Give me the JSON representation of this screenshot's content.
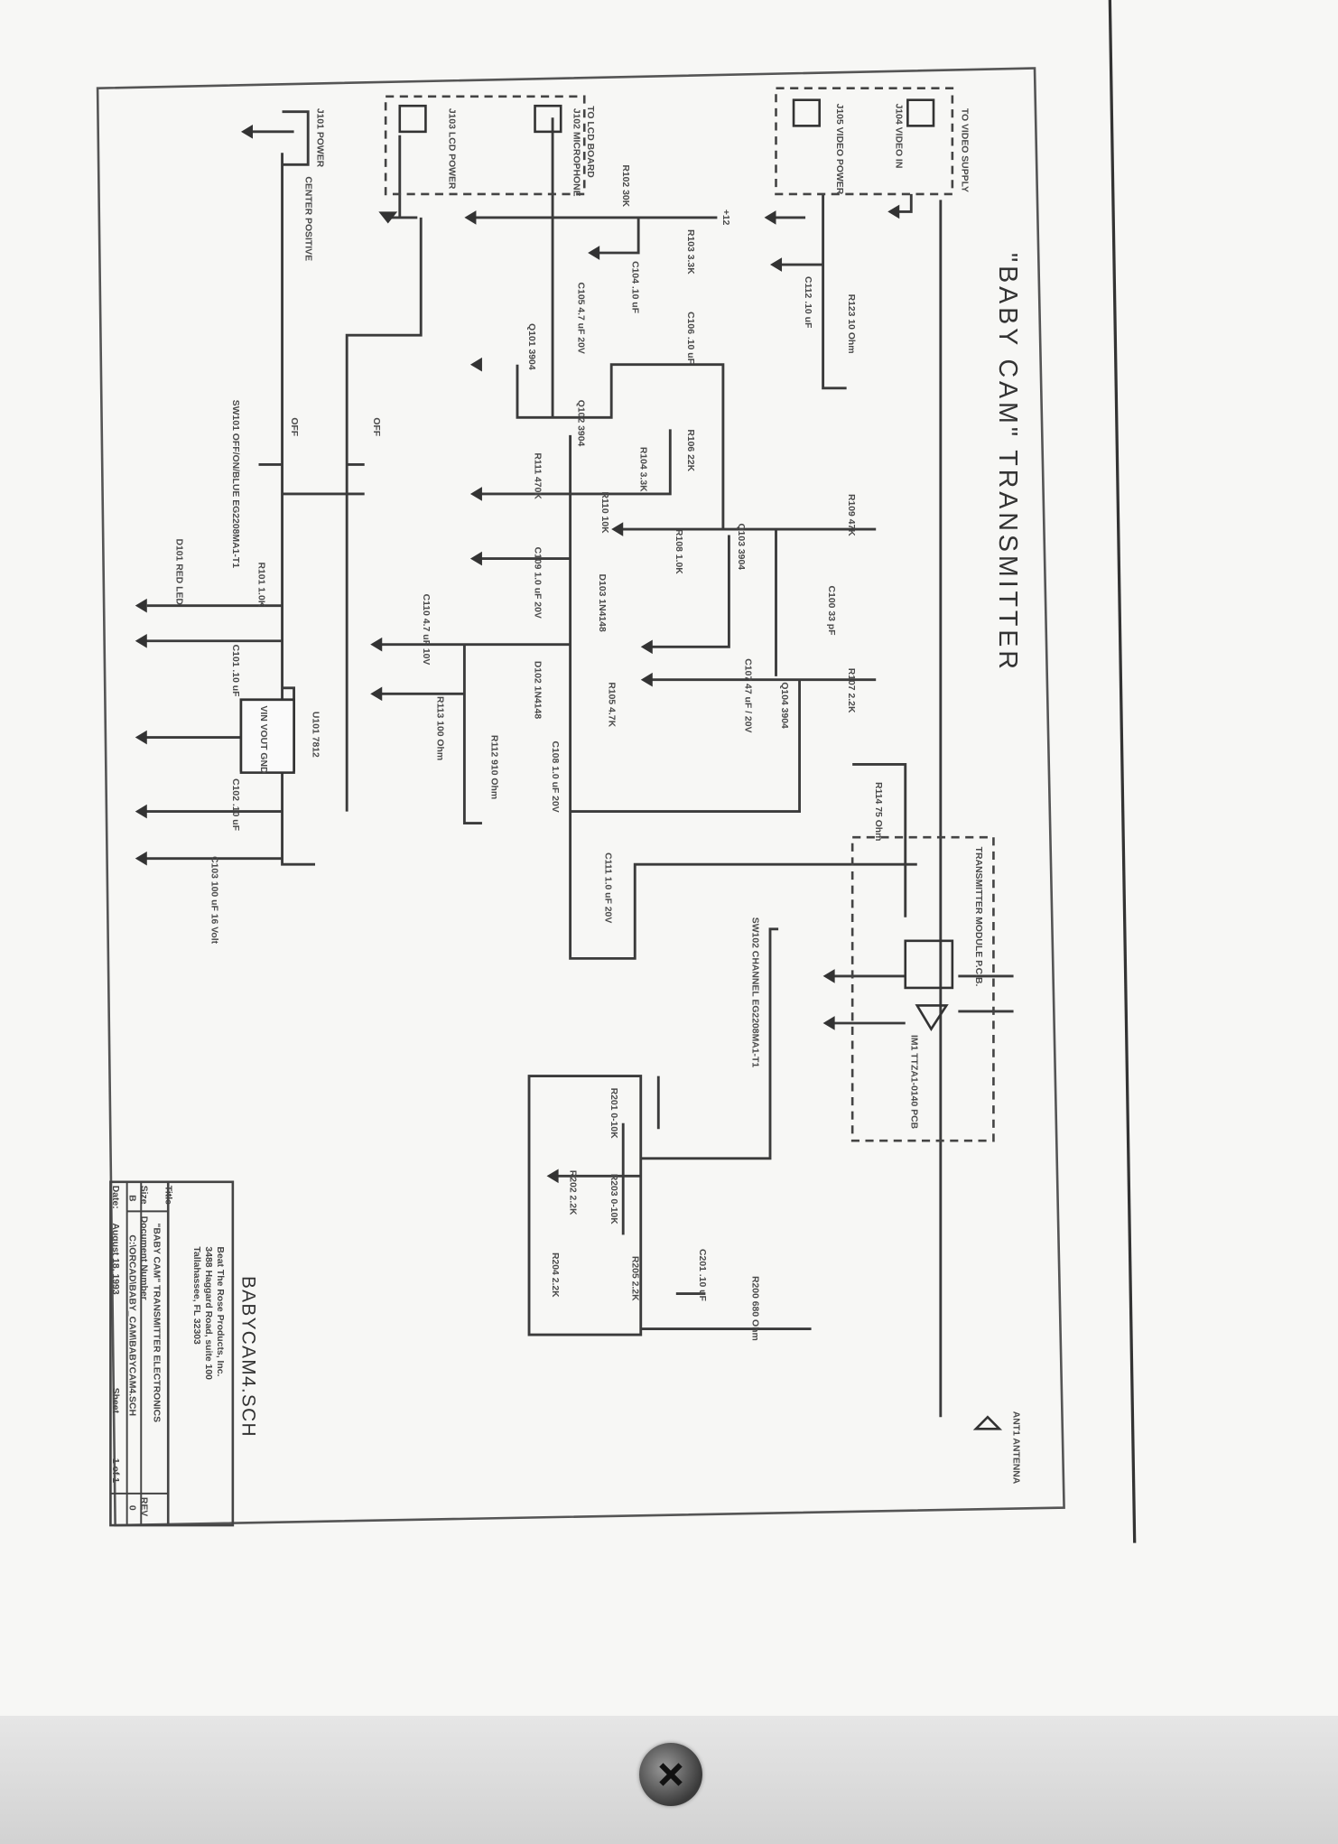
{
  "document": {
    "title": "\"BABY CAM\" TRANSMITTER",
    "filename": "BABYCAM4.SCH"
  },
  "title_block": {
    "company_line1": "Beat The Rose Products, Inc.",
    "company_line2": "3488 Haggard Road, suite 100",
    "company_line3": "Tallahassee, FL 32303",
    "title_label": "Title",
    "title_value": "\"BABY CAM\" TRANSMITTER ELECTRONICS",
    "size_label": "Size",
    "size_value": "B",
    "document_number_label": "Document Number",
    "document_number_value": "C:\\ORCAD\\BABY_CAM\\BABYCAM4.SCH",
    "rev_label": "REV",
    "rev_value": "0",
    "date_label": "Date:",
    "date_value": "August 18, 1993",
    "sheet_label": "Sheet",
    "sheet_value": "1 of 1"
  },
  "connectors": {
    "j101": "J101 POWER",
    "center_positive": "CENTER POSITIVE",
    "lcd_group": "TO LCD BOARD",
    "j103": "J103 LCD POWER",
    "j102": "J102 MICROPHONE",
    "video_group": "TO VIDEO SUPPLY",
    "j105": "J105 VIDEO POWER",
    "j104": "J104 VIDEO IN"
  },
  "components": {
    "sw101": "SW101 OFF/ON/BLUE EG2208MA1-T1",
    "sw101_off": "OFF",
    "sw101_on": "OFF",
    "d101": "D101 RED LED",
    "r101": "R101 1.0K",
    "c101": "C101 .10 uF",
    "u101": "U101 7812",
    "u101_pins": "VIN VOUT GND",
    "c102": "C102 .10 uF",
    "c103": "C103 100 uF 16 Volt",
    "c110": "C110 4.7 uF 10V",
    "r113": "R113 100 Ohm",
    "d102": "D102 1N4148",
    "r112": "R112 910 Ohm",
    "r102": "R102 30K",
    "r103": "R103 3.3K",
    "c104": "C104 .10 uF",
    "c105": "C105 4.7 uF 20V",
    "c106": "C106 .10 uF",
    "q101": "Q101 3904",
    "q102": "Q102 3904",
    "r111": "R111 470K",
    "r110": "R110 10K",
    "d103": "D103 1N4148",
    "c109": "C109 1.0 uF 20V",
    "r105": "R105 4.7K",
    "c108": "C108 1.0 uF 20V",
    "r104": "R104 3.3K",
    "r106": "R106 22K",
    "q103": "Q103 3904",
    "r108": "R108 1.0K",
    "r109": "R109 47K",
    "c100": "C100 33 pF",
    "c107": "C107 47 uF / 20V",
    "q104": "Q104 3904",
    "r107": "R107 2.2K",
    "r114": "R114 75 Ohm",
    "c111": "C111 1.0 uF 20V",
    "c112": "C112 .10 uF",
    "r123": "R123 10 Ohm",
    "module": "TRANSMITTER MODULE P.C.B.",
    "im1": "IM1 TTZA1-0140 PCB",
    "sw102": "SW102 CHANNEL EG2208MA1-T1",
    "r201": "R201 0-10K",
    "r202": "R202 2.2K",
    "r203": "R203 0-10K",
    "r204": "R204 2.2K",
    "r205": "R205 2.2K",
    "c201": "C201 .10 uF",
    "r200": "R200 680 Ohm",
    "ant1": "ANT1 ANTENNA",
    "plus12": "+12"
  }
}
